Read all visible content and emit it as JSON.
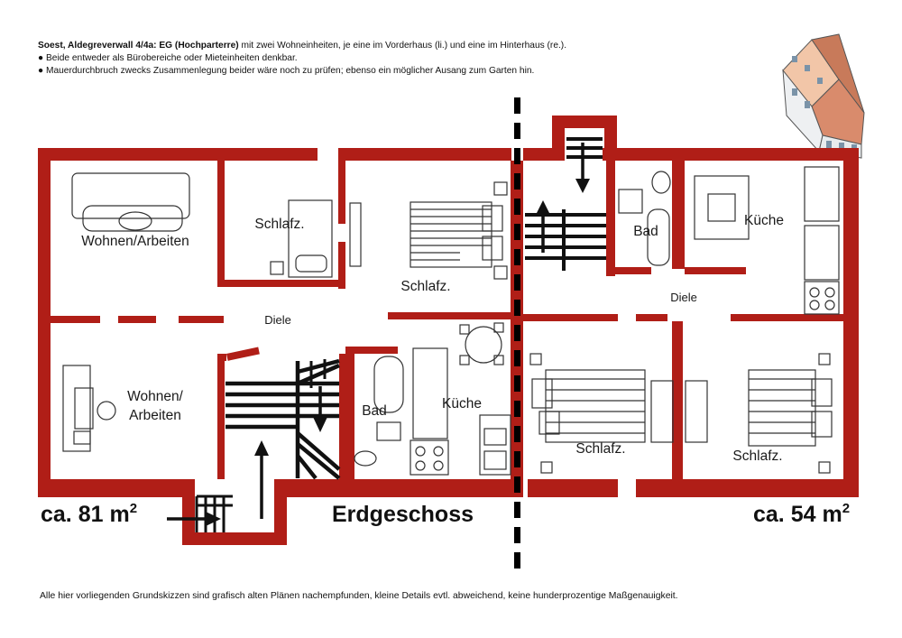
{
  "header": {
    "title_bold": "Soest, Aldegreverwall 4/4a: EG (Hochparterre)",
    "title_rest": " mit zwei Wohneinheiten, je eine im Vorderhaus (li.) und eine im Hinterhaus (re.).",
    "bullet1": "● Beide entweder als Bürobereiche oder Mieteinheiten denkbar.",
    "bullet2": "● Mauerdurchbruch zwecks Zusammenlegung beider wäre noch zu prüfen; ebenso ein möglicher Ausang zum Garten hin."
  },
  "rooms": {
    "wohnen_arbeiten_top": "Wohnen/Arbeiten",
    "wohnen_bottom_line1": "Wohnen/",
    "wohnen_bottom_line2": "Arbeiten",
    "schlafz_small": "Schlafz.",
    "schlafz_left": "Schlafz.",
    "diele_left": "Diele",
    "bad_left": "Bad",
    "kueche_left": "Küche",
    "bad_right": "Bad",
    "kueche_right": "Küche",
    "diele_right": "Diele",
    "schlafz_right1": "Schlafz.",
    "schlafz_right2": "Schlafz."
  },
  "labels": {
    "area_left": "ca. 81 m",
    "area_right": "ca. 54 m",
    "sup": "2",
    "floor_name": "Erdgeschoss"
  },
  "footer": {
    "note": "Alle hier vorliegenden Grundskizzen sind grafisch alten Plänen nachempfunden, kleine Details evtl. abweichend, keine hunderprozentige Maßgenauigkeit."
  },
  "colors": {
    "wall": "#b01e17",
    "divider": "#000000",
    "roof": "#c87a5a"
  }
}
